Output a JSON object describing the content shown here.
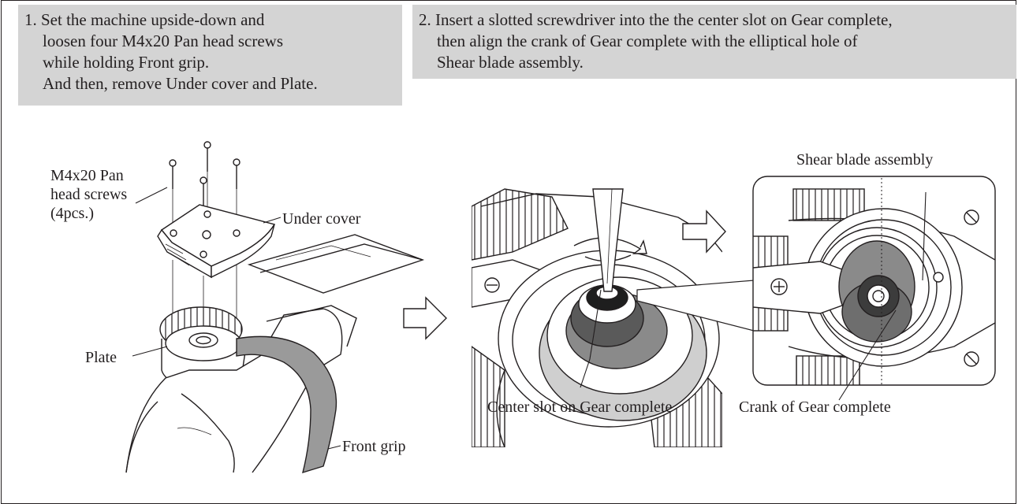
{
  "steps": [
    {
      "lines": [
        "1. Set the machine upside-down and",
        "loosen four M4x20 Pan head screws",
        "while holding Front grip.",
        "And then, remove Under cover and Plate."
      ]
    },
    {
      "lines": [
        "2. Insert a slotted screwdriver into the the center slot on Gear complete,",
        "then align the crank of Gear complete with the elliptical hole of",
        "Shear blade assembly."
      ]
    }
  ],
  "labels": {
    "screws_line1": "M4x20 Pan",
    "screws_line2": "head screws",
    "screws_line3": "(4pcs.)",
    "under_cover": "Under cover",
    "plate": "Plate",
    "front_grip": "Front grip",
    "shear_blade": "Shear blade assembly",
    "center_slot": "Center slot on Gear complete",
    "crank": "Crank of Gear complete"
  },
  "colors": {
    "step_background": "#d4d4d4",
    "line": "#231f20",
    "gear_gray": "#8a8a8a"
  }
}
